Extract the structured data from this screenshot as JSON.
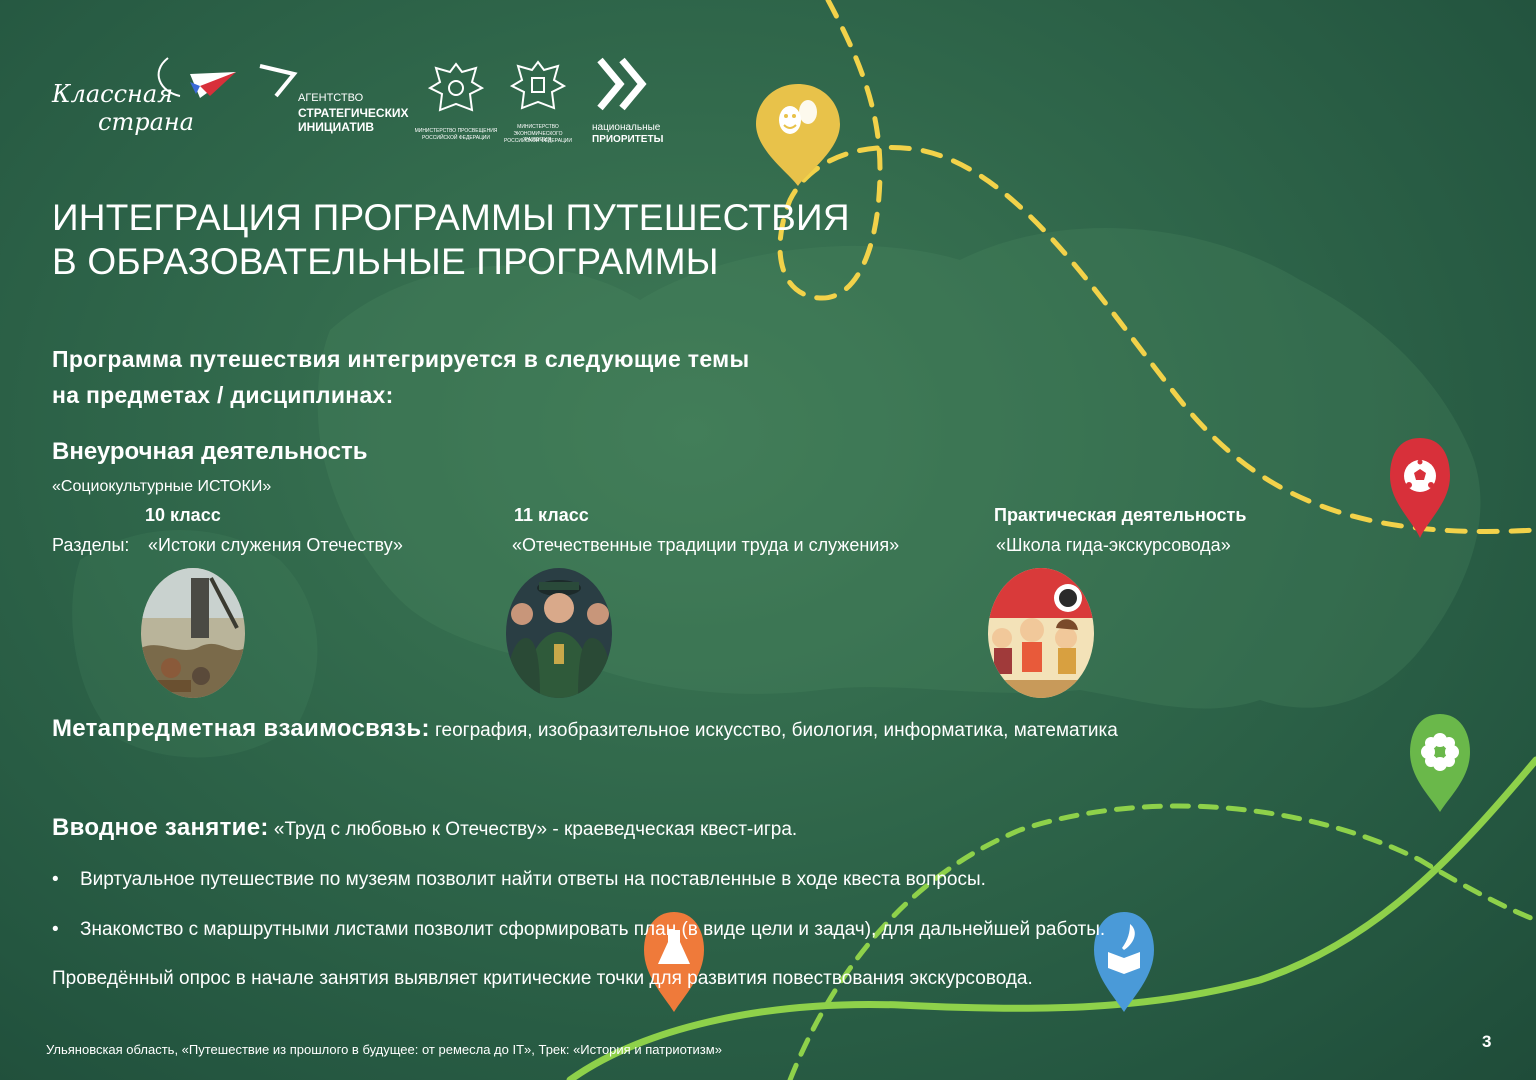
{
  "logos": {
    "klassnaya_strana": [
      "Классная",
      "страна"
    ],
    "asi": [
      "АГЕНТСТВО",
      "СТРАТЕГИЧЕСКИХ",
      "ИНИЦИАТИВ"
    ],
    "minpros": [
      "МИНИСТЕРСТВО ПРОСВЕЩЕНИЯ",
      "РОССИЙСКОЙ ФЕДЕРАЦИИ"
    ],
    "mineconom": [
      "МИНИСТЕРСТВО",
      "ЭКОНОМИЧЕСКОГО РАЗВИТИЯ",
      "РОССИЙСКОЙ ФЕДЕРАЦИИ"
    ],
    "natproj": [
      "национальные",
      "ПРИОРИТЕТЫ"
    ]
  },
  "title": {
    "line1": "ИНТЕГРАЦИЯ ПРОГРАММЫ ПУТЕШЕСТВИЯ",
    "line2": "В ОБРАЗОВАТЕЛЬНЫЕ ПРОГРАММЫ"
  },
  "subhead": {
    "line1": "Программа путешествия интегрируется в следующие темы",
    "line2": "на предметах / дисциплинах:"
  },
  "extracurricular": {
    "heading": "Внеурочная деятельность",
    "subtitle": "«Социокультурные ИСТОКИ»",
    "sections_label": "Разделы:"
  },
  "columns": [
    {
      "grade": "10 класс",
      "topic": "«Истоки служения Отечеству»"
    },
    {
      "grade": "11 класс",
      "topic": "«Отечественные традиции труда и служения»"
    },
    {
      "grade": "Практическая деятельность",
      "topic": "«Школа гида-экскурсовода»"
    }
  ],
  "meta": {
    "label": "Метапредметная  взаимосвязь:",
    "text": " география, изобразительное искусство, биология, информатика, математика"
  },
  "intro": {
    "label": "Вводное занятие:",
    "text": " «Труд с любовью к Отечеству» - краеведческая квест-игра."
  },
  "bullets": [
    "Виртуальное путешествие по музеям позволит найти ответы на поставленные в ходе квеста вопросы.",
    "Знакомство с маршрутными листами позволит сформировать план (в виде цели и задач), для дальнейшей работы."
  ],
  "final": "Проведённый опрос в начале занятия выявляет критические точки для развития повествования экскурсовода.",
  "footer": "Ульяновская область, «Путешествие из прошлого в будущее: от ремесла до IT», Трек: «История и патриотизм»",
  "page_number": "3",
  "colors": {
    "background": "#2f664a",
    "route_yellow": "#f2d24a",
    "route_green": "#8ed14a",
    "pin_yellow": "#e8c24a",
    "pin_red": "#d8303a",
    "pin_green": "#6ab84a",
    "pin_orange": "#ef7a3a",
    "pin_blue": "#4a9ad8"
  },
  "icons": [
    "theatre-masks-icon",
    "football-icon",
    "flower-icon",
    "flask-icon",
    "book-quill-icon"
  ]
}
